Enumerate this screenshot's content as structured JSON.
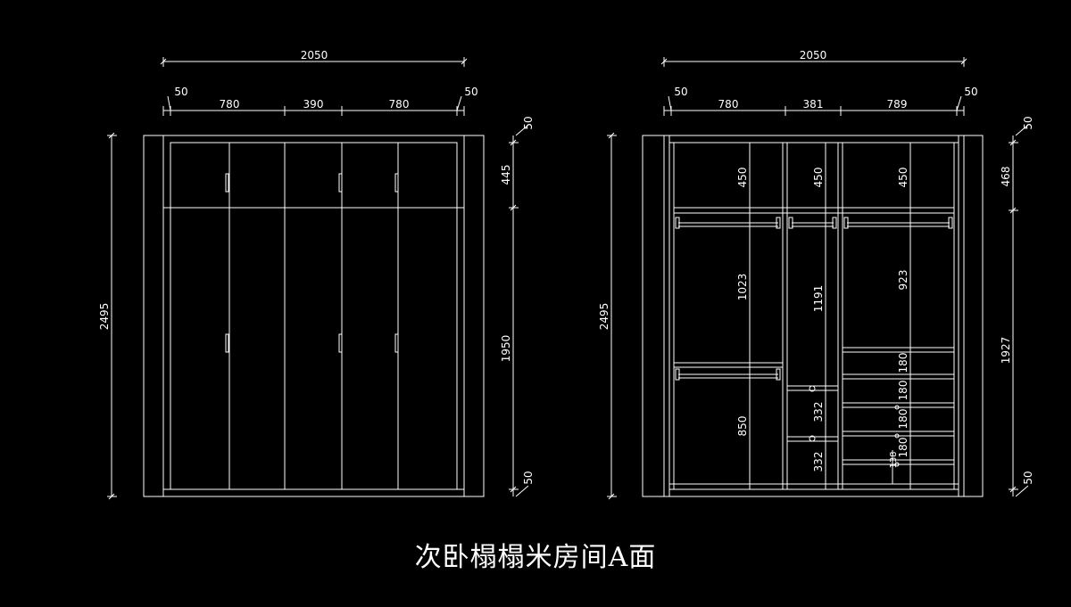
{
  "colors": {
    "background": "#000000",
    "lines": "#ffffff"
  },
  "title": "次卧榻榻米房间A面",
  "left_elevation": {
    "overall_width": "2050",
    "segments": [
      "50",
      "780",
      "390",
      "780",
      "50"
    ],
    "overall_height": "2495",
    "right_dims": [
      "50",
      "445",
      "1950",
      "50"
    ]
  },
  "right_elevation": {
    "overall_width": "2050",
    "segments": [
      "50",
      "780",
      "381",
      "789",
      "50"
    ],
    "overall_height": "2495",
    "right_dims": [
      "50",
      "468",
      "1927",
      "50"
    ],
    "top_shelf_heights": [
      "450",
      "450",
      "450"
    ],
    "left_section": [
      "1023",
      "850"
    ],
    "middle_section": [
      "1191",
      "332",
      "332"
    ],
    "right_section": [
      "923",
      "180",
      "180",
      "180",
      "180"
    ],
    "small_dim": "138"
  }
}
